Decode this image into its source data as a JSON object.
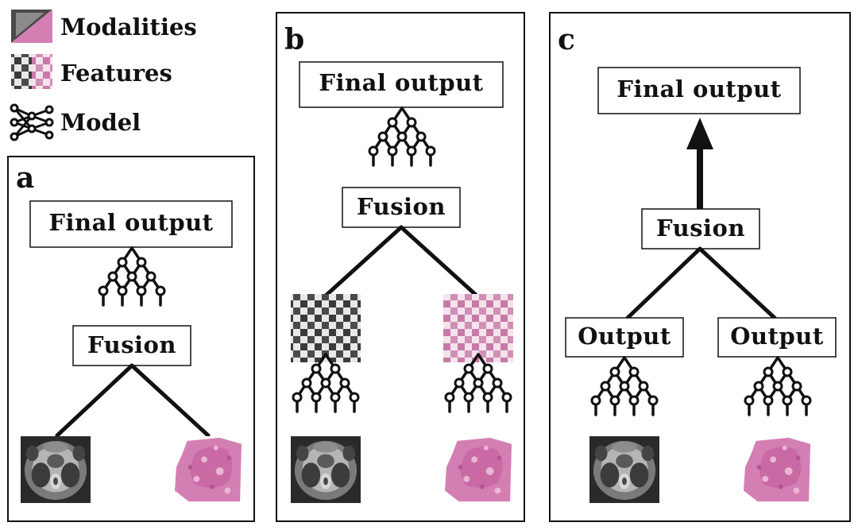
{
  "legend": {
    "modalities": "Modalities",
    "features": "Features",
    "model": "Model"
  },
  "panels": [
    {
      "letter": "a",
      "final_output": "Final output",
      "fusion": "Fusion"
    },
    {
      "letter": "b",
      "final_output": "Final output",
      "fusion": "Fusion"
    },
    {
      "letter": "c",
      "final_output": "Final output",
      "fusion": "Fusion",
      "output_left": "Output",
      "output_right": "Output"
    }
  ],
  "colors": {
    "ink": "#111111",
    "mri_dark": "#2a2a2a",
    "mri_light": "#9a9a9a",
    "histology_pink": "#d47fb4",
    "histology_light": "#eab7d4",
    "checker_pink": "#c77aa8"
  },
  "icons": [
    "modalities-icon",
    "features-icon",
    "model-icon",
    "mri-image",
    "histology-image",
    "mri-feature-map",
    "histology-feature-map",
    "neural-network-icon",
    "fusion-arrow"
  ]
}
